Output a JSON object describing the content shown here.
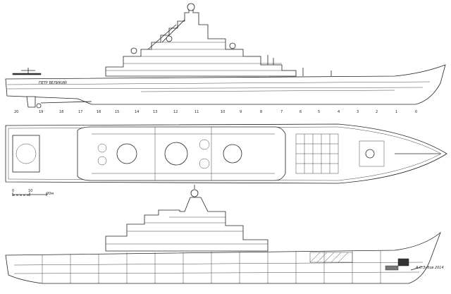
{
  "profile_view": {
    "hull_name_marking": "ПЕТР ВЕЛИКИЙ",
    "stations": [
      "20",
      "19",
      "18",
      "17",
      "16",
      "15",
      "14",
      "13",
      "12",
      "11",
      "10",
      "9",
      "8",
      "7",
      "6",
      "5",
      "4",
      "3",
      "2",
      "1",
      "0"
    ]
  },
  "scale_bar": {
    "ticks": [
      "0",
      "10",
      "20м"
    ]
  },
  "signature": "А.С.Зубов 2014",
  "colors": {
    "line": "#222222",
    "background": "#ffffff"
  }
}
